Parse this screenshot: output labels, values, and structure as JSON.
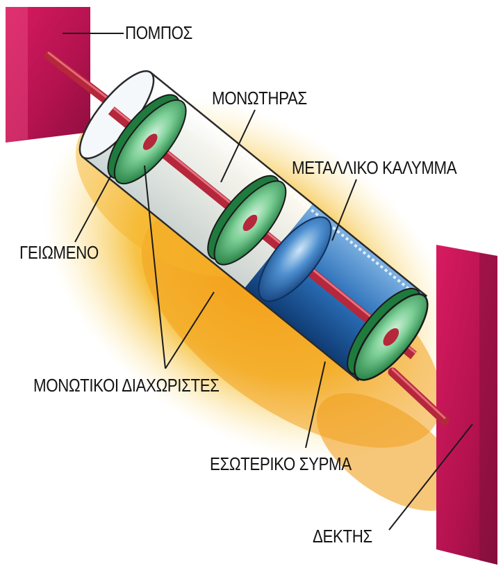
{
  "labels": {
    "transmitter": "ΠΟΜΠΟΣ",
    "insulator": "ΜΟΝΩΤΗΡΑΣ",
    "metal_cover": "ΜΕΤΑΛΛΙΚΟ ΚΑΛΥΜΜΑ",
    "grounded": "ΓΕΙΩΜΕΝΟ",
    "insulating_spacers": "ΜΟΝΩΤΙΚΟΙ ΔΙΑΧΩΡΙΣΤΕΣ",
    "inner_wire": "ΕΣΩΤΕΡΙΚΟ ΣΥΡΜΑ",
    "receiver": "ΔΕΚΤΗΣ"
  },
  "colors": {
    "background_glow": "#f4b62c",
    "glow_orange": "#ee8a14",
    "box": "#c2185b",
    "box_dark": "#7a0f3a",
    "wire": "#b5273a",
    "spacer_green": "#2e9a52",
    "spacer_light": "#b8e6c8",
    "metal_blue": "#1f5fa8",
    "tube_white": "#eef3f6"
  }
}
